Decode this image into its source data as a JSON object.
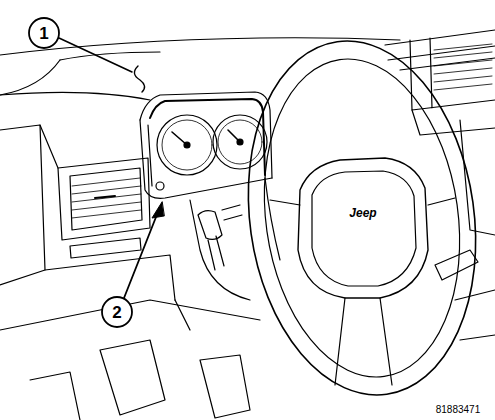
{
  "diagram": {
    "labels": [
      "1",
      "2",
      "Jeep",
      "81883471"
    ]
  }
}
